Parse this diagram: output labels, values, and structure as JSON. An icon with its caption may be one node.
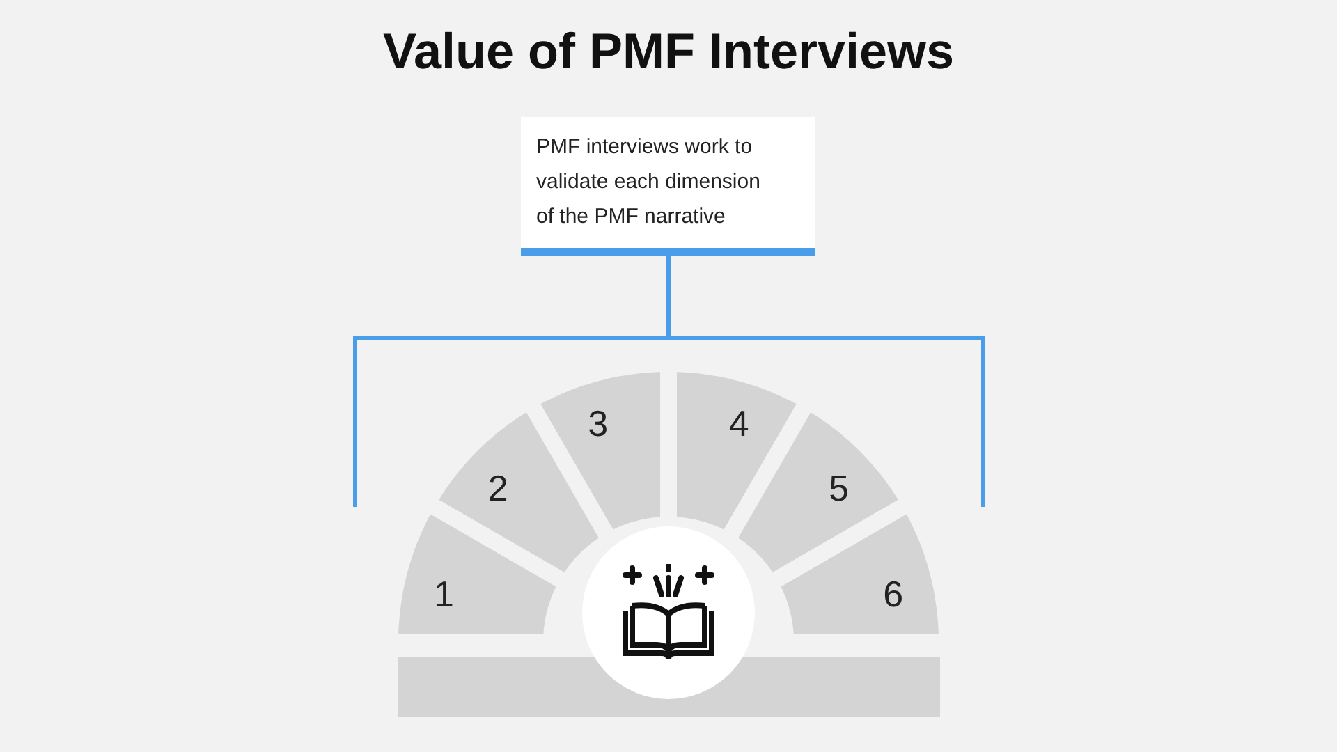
{
  "diagram": {
    "title": "Value of PMF Interviews",
    "nodes": [
      {
        "text": [
          "PMF interviews work to validate each dimension of the PMF narrative"
        ]
      },
      {
        "text": [
          "1"
        ]
      },
      {
        "text": [
          "2"
        ]
      },
      {
        "text": [
          "3"
        ]
      },
      {
        "text": [
          "4"
        ]
      },
      {
        "text": [
          "5"
        ]
      },
      {
        "text": [
          "6"
        ]
      },
      {
        "text": [],
        "shape": "bar"
      },
      {
        "text": [],
        "shape": "circle"
      }
    ],
    "edges": []
  }
}
